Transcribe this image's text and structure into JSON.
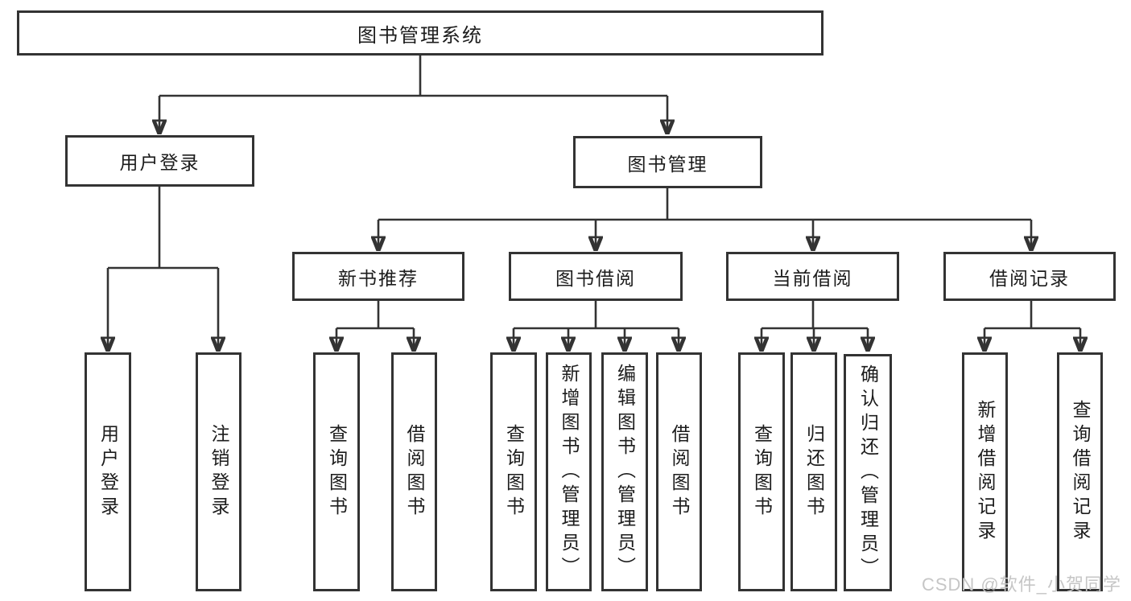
{
  "nodes": {
    "root": "图书管理系统",
    "user_login": "用户登录",
    "book_management": "图书管理",
    "new_book_recommend": "新书推荐",
    "book_borrowing": "图书借阅",
    "current_borrowing": "当前借阅",
    "borrowing_records": "借阅记录",
    "leaf_user_login": "用户登录",
    "leaf_logout": "注销登录",
    "leaf_nbr_query_books": "查询图书",
    "leaf_nbr_borrow_books": "借阅图书",
    "leaf_bb_query_books": "查询图书",
    "leaf_bb_add_books": "新增图书（管理员）",
    "leaf_bb_edit_books": "编辑图书（管理员）",
    "leaf_bb_borrow_books": "借阅图书",
    "leaf_cb_query_books": "查询图书",
    "leaf_cb_return_books": "归还图书",
    "leaf_cb_confirm_return": "确认归还（管理员）",
    "leaf_br_add_record": "新增借阅记录",
    "leaf_br_query_record": "查询借阅记录"
  },
  "watermark": "CSDN @软件_小贺同学",
  "colors": {
    "line": "#333333",
    "box_border": "#333333",
    "text": "#1c1c1c",
    "watermark": "#c6c6c6",
    "background": "#ffffff"
  }
}
